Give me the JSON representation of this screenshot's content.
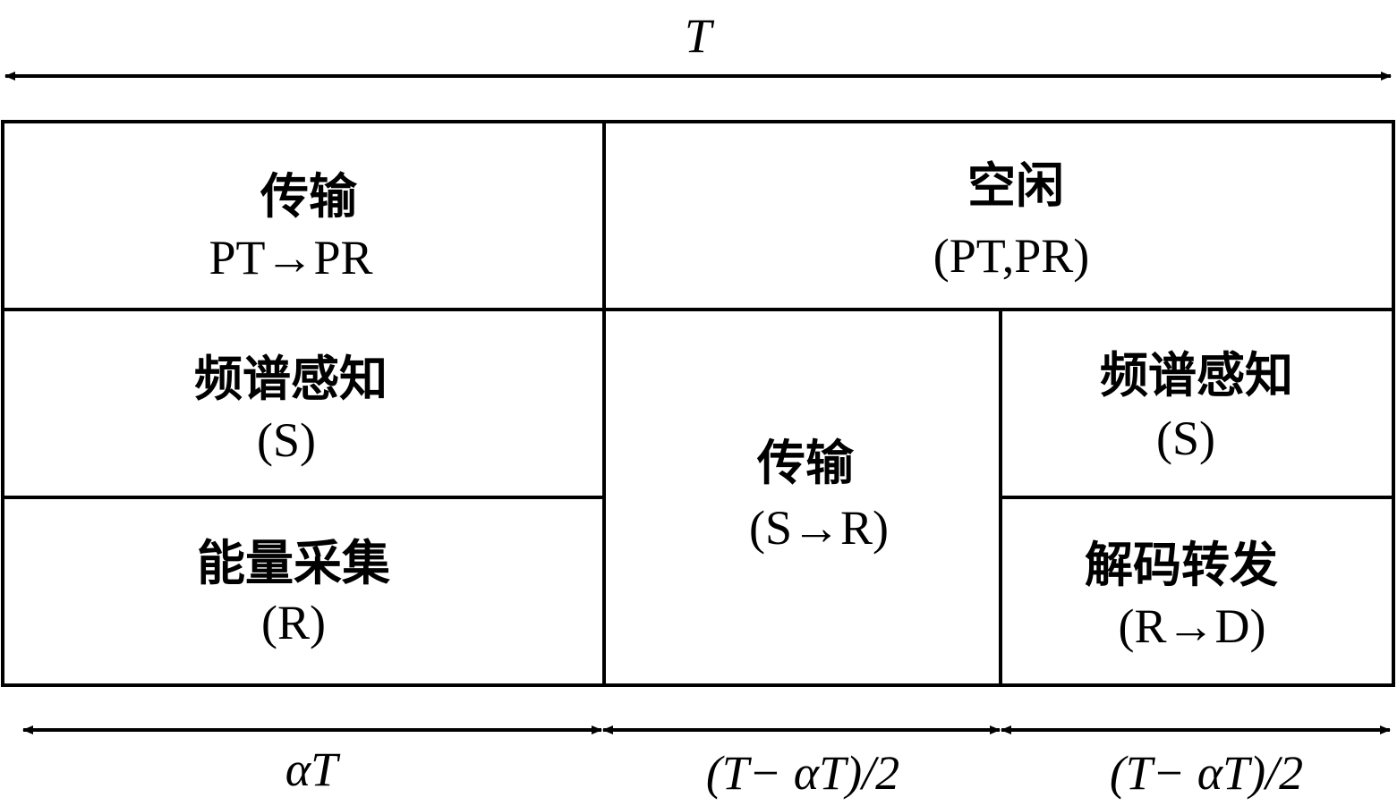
{
  "total_duration": {
    "label": "T"
  },
  "top_row": {
    "pt_transmission": {
      "title": "传输",
      "subtitle": "PT→PR"
    },
    "idle": {
      "title": "空闲",
      "subtitle": "(PT,PR)"
    }
  },
  "phase1": {
    "spectrum_sensing": {
      "title": "频谱感知",
      "subtitle": "(S)"
    },
    "energy_harvesting": {
      "title": "能量采集",
      "subtitle": "(R)"
    },
    "duration": "αT"
  },
  "phase2": {
    "transmission": {
      "title": "传输",
      "subtitle": "(S→R)"
    },
    "duration": "(T− αT)/2"
  },
  "phase3": {
    "spectrum_sensing": {
      "title": "频谱感知",
      "subtitle": "(S)"
    },
    "decode_forward": {
      "title": "解码转发",
      "subtitle": "(R→D)"
    },
    "duration": "(T− αT)/2"
  }
}
